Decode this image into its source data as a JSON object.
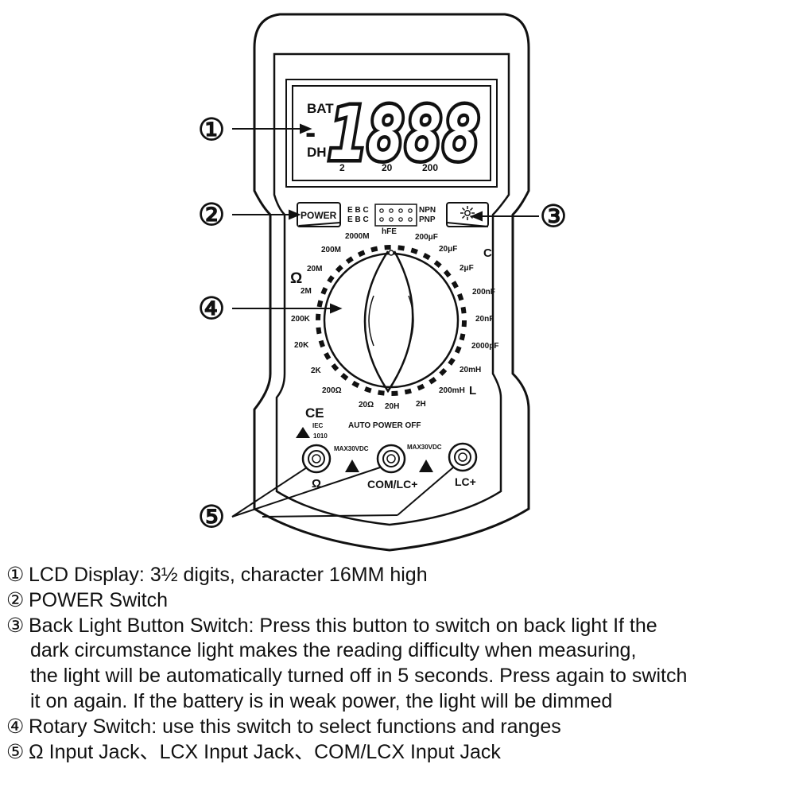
{
  "callouts": [
    "①",
    "②",
    "③",
    "④",
    "⑤"
  ],
  "display": {
    "bat": "BAT",
    "minus": "-",
    "reading": "1888",
    "dh": "DH",
    "scale": [
      "2",
      "20",
      "200"
    ]
  },
  "power_button": "POWER",
  "backlight_icon": "sun-icon",
  "hfe": {
    "ebc_top": "E B C",
    "ebc_bottom": "E B C",
    "npn": "NPN",
    "pnp": "PNP",
    "label": "hFE"
  },
  "dial": {
    "resistance_symbol": "Ω",
    "capacitance_symbol": "C",
    "inductance_symbol": "L",
    "ranges": {
      "r2000M": "2000M",
      "r200M": "200M",
      "r20M": "20M",
      "r2M": "2M",
      "r200K": "200K",
      "r20K": "20K",
      "r2K": "2K",
      "r2000": "200Ω",
      "r20": "20Ω",
      "h20": "20H",
      "h2": "2H",
      "mh200": "200mH",
      "mh20": "20mH",
      "pf2000": "2000pF",
      "nf20": "20nF",
      "nf200": "200nF",
      "uf2": "2μF",
      "uf20": "20μF",
      "uf200": "200μF"
    }
  },
  "ce_mark": "CE",
  "iec": "IEC",
  "iec_num": "1010",
  "auto_power_off": "AUTO POWER OFF",
  "max_left": "MAX30VDC",
  "max_right": "MAX30VDC",
  "jacks": {
    "ohm": "Ω",
    "com": "COM/LC+",
    "lc": "LC+"
  },
  "legend": [
    {
      "num": "①",
      "text": "LCD Display: 3½ digits, character 16MM high"
    },
    {
      "num": "②",
      "text": "POWER Switch"
    },
    {
      "num": "③",
      "text": "Back Light Button Switch: Press this button to switch on back light If the"
    },
    {
      "num": "",
      "text": "dark circumstance light makes the reading difficulty when measuring,"
    },
    {
      "num": "",
      "text": "the light will be automatically turned off in 5 seconds. Press again to switch"
    },
    {
      "num": "",
      "text": "it on again. If the battery is in weak power, the light will be dimmed"
    },
    {
      "num": "④",
      "text": "Rotary Switch: use this switch to select functions and ranges"
    },
    {
      "num": "⑤",
      "text": "Ω Input Jack、LCX  Input Jack、COM/LCX Input Jack"
    }
  ]
}
